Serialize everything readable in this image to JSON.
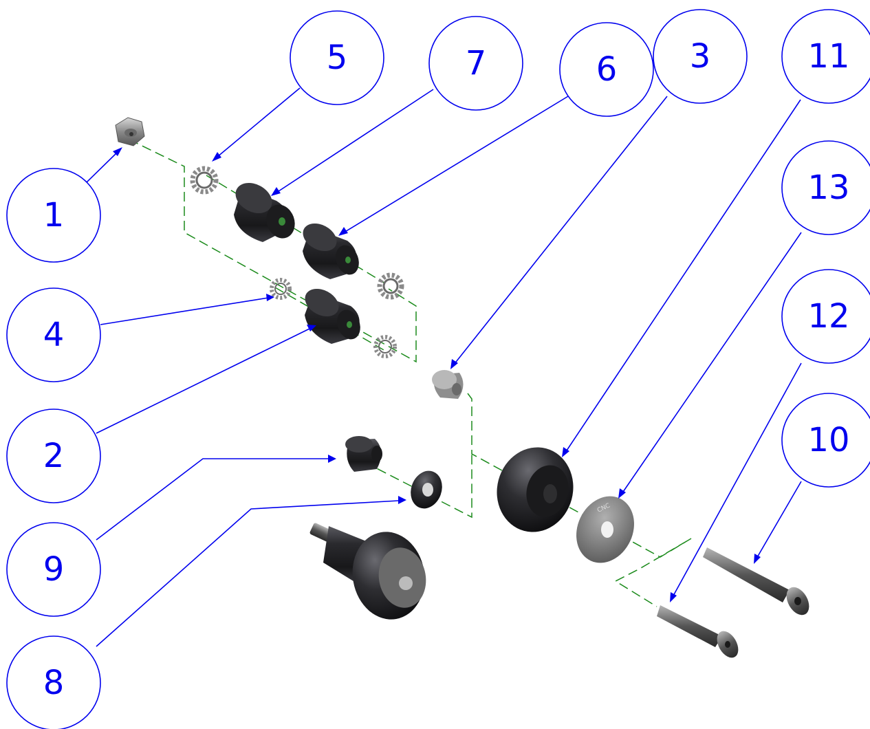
{
  "colors": {
    "balloon": "#0000ee",
    "assembly_axis": "#1a8a1a",
    "part_dark": "#2a2a2c",
    "part_light": "#9a9a9a"
  },
  "balloons": [
    {
      "id": "1",
      "label": "1"
    },
    {
      "id": "2",
      "label": "2"
    },
    {
      "id": "3",
      "label": "3"
    },
    {
      "id": "4",
      "label": "4"
    },
    {
      "id": "5",
      "label": "5"
    },
    {
      "id": "6",
      "label": "6"
    },
    {
      "id": "7",
      "label": "7"
    },
    {
      "id": "8",
      "label": "8"
    },
    {
      "id": "9",
      "label": "9"
    },
    {
      "id": "10",
      "label": "10"
    },
    {
      "id": "11",
      "label": "11"
    },
    {
      "id": "12",
      "label": "12"
    },
    {
      "id": "13",
      "label": "13"
    }
  ],
  "labels": {
    "washer_logo": "CNC"
  }
}
